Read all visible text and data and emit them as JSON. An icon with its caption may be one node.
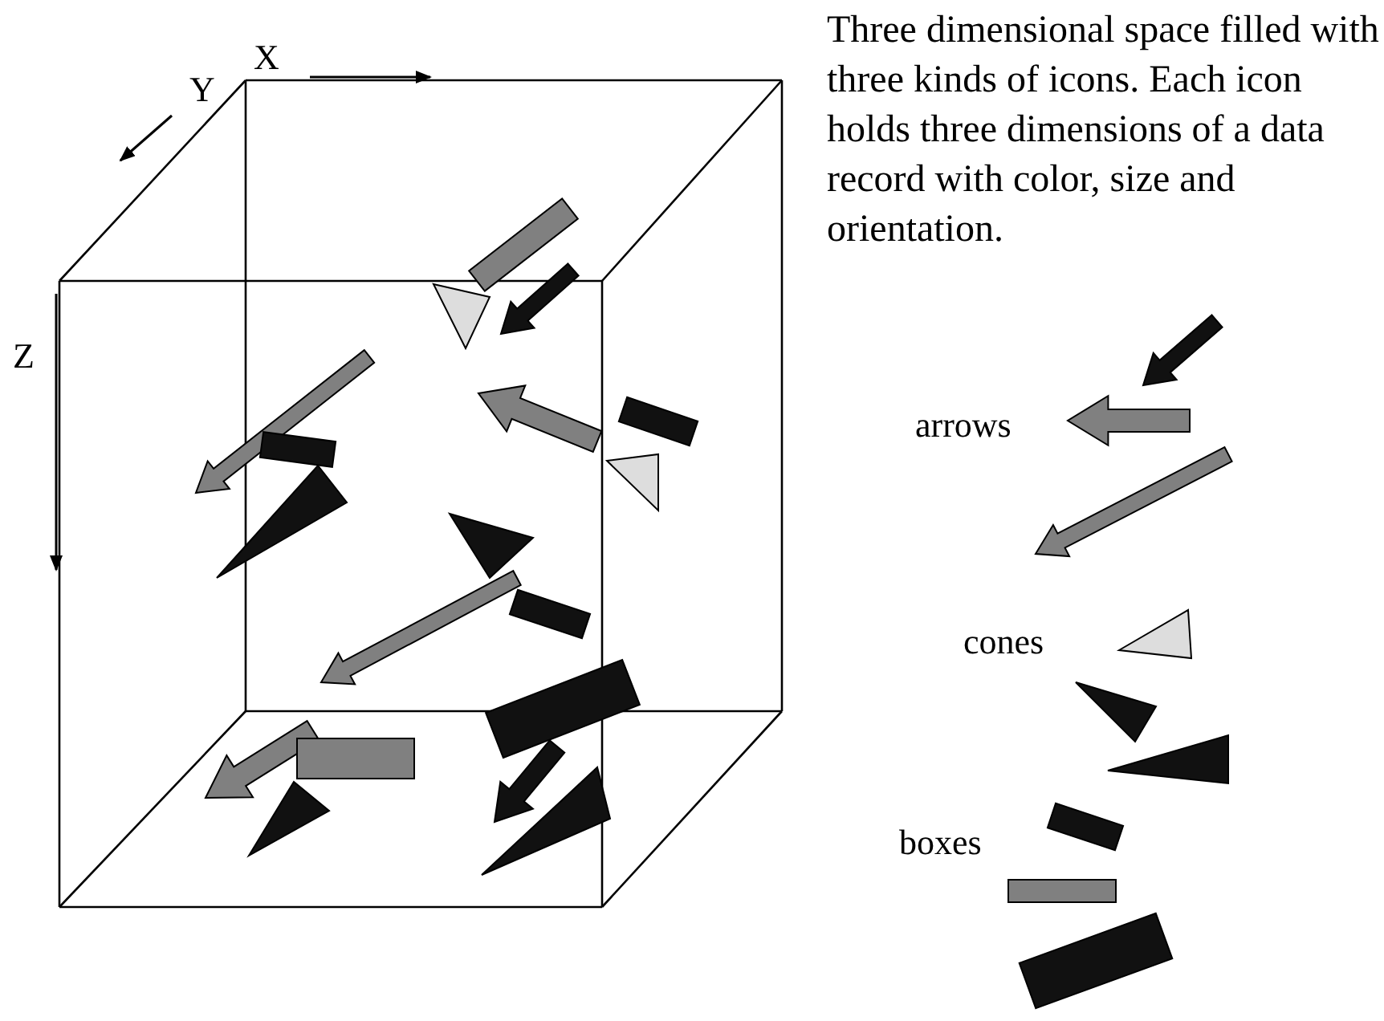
{
  "diagram": {
    "labels": [
      "Three dimensional space filled with three kinds of icons. Each icon holds three dimensions of a data record with color, size and orientation.",
      "Y",
      "X",
      "Z",
      "arrows",
      "cones",
      "boxes"
    ]
  }
}
